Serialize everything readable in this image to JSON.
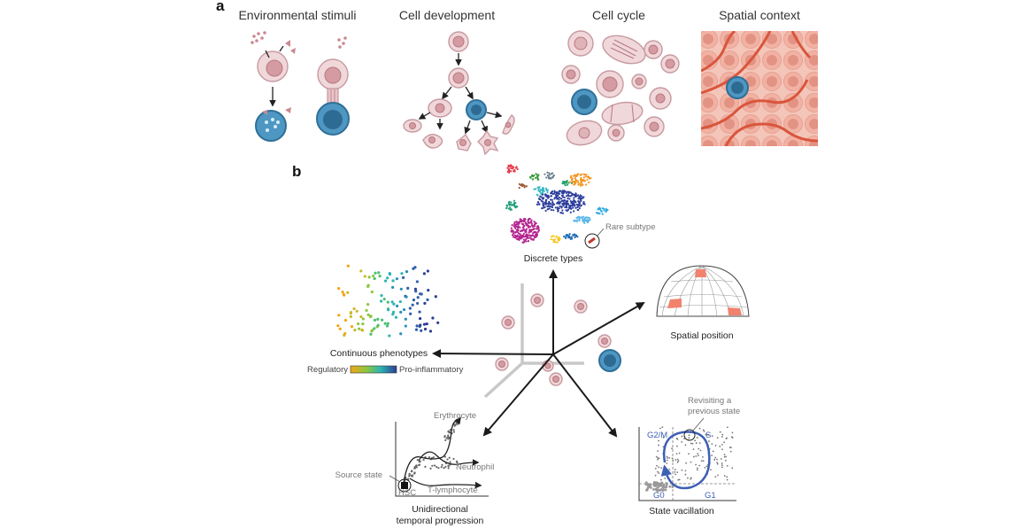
{
  "panel_a": {
    "label": "a",
    "titles": [
      "Environmental stimuli",
      "Cell development",
      "Cell cycle",
      "Spatial context"
    ]
  },
  "panel_b": {
    "label": "b",
    "discrete": {
      "title": "Discrete types",
      "annotation": "Rare subtype"
    },
    "continuous": {
      "title": "Continuous phenotypes",
      "scale_low": "Regulatory",
      "scale_high": "Pro-inflammatory"
    },
    "spatial": {
      "title": "Spatial position"
    },
    "temporal": {
      "title_line1": "Unidirectional",
      "title_line2": "temporal progression",
      "source": "Source state",
      "hsc": "HSC",
      "erythrocyte": "Erythrocyte",
      "neutrophil": "Neutrophil",
      "tcell": "T-lymphocyte"
    },
    "vacillation": {
      "title": "State vacillation",
      "annotation_line1": "Revisiting a",
      "annotation_line2": "previous state",
      "g2m": "G2/M",
      "s": "S",
      "g0": "G0",
      "g1": "G1"
    }
  },
  "colors": {
    "cell_fill": "#f0d7da",
    "cell_stroke": "#c79aa0",
    "blue_cell": "#4d97c2",
    "spatial_bg": "#f4c5b9",
    "vessel": "#d9553c",
    "cycle_blue": "#3d5fb4"
  }
}
